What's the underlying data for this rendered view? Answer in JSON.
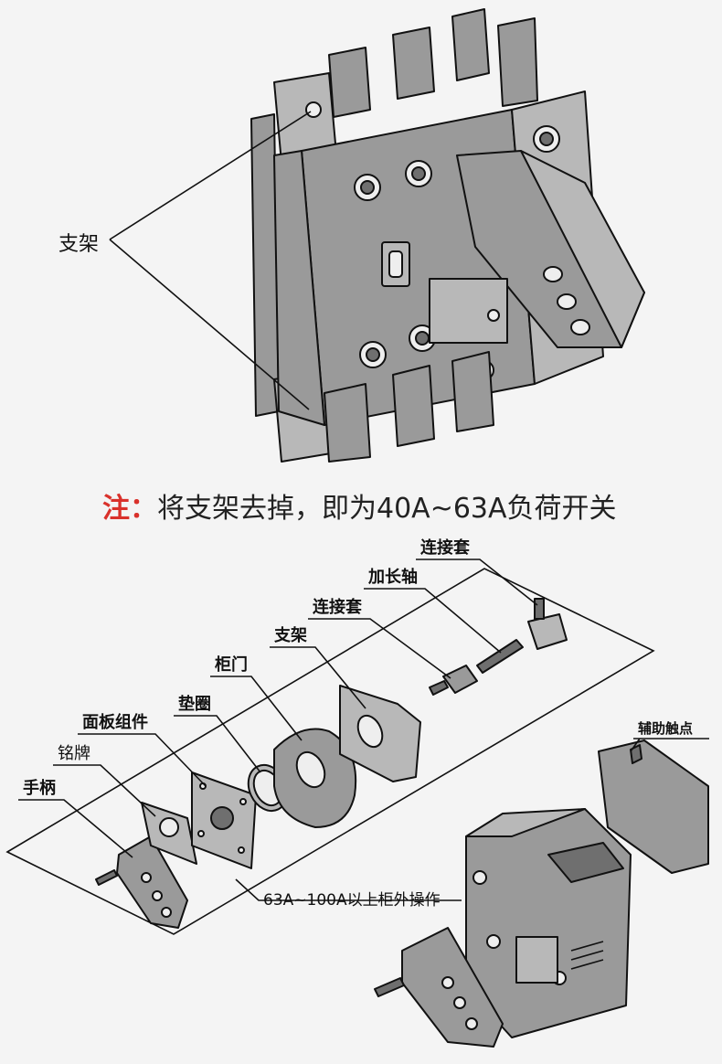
{
  "top_figure": {
    "label_bracket": "支架"
  },
  "note": {
    "prefix": "注：",
    "text": "将支架去掉，即为40A~63A负荷开关",
    "prefix_color": "#d9312b",
    "text_color": "#222222"
  },
  "exploded_view": {
    "labels": {
      "coupling_sleeve_top": "连接套",
      "extension_shaft": "加长轴",
      "coupling_sleeve": "连接套",
      "bracket": "支架",
      "cabinet_door": "柜门",
      "gasket": "垫圈",
      "panel_assembly": "面板组件",
      "nameplate": "铭牌",
      "handle": "手柄",
      "auxiliary_contact": "辅助触点",
      "caption": "63A~100A以上柜外操作"
    }
  },
  "colors": {
    "background": "#f4f4f4",
    "body_gray": "#9a9a9a",
    "dark_gray": "#6f6f6f",
    "line": "#111111"
  }
}
